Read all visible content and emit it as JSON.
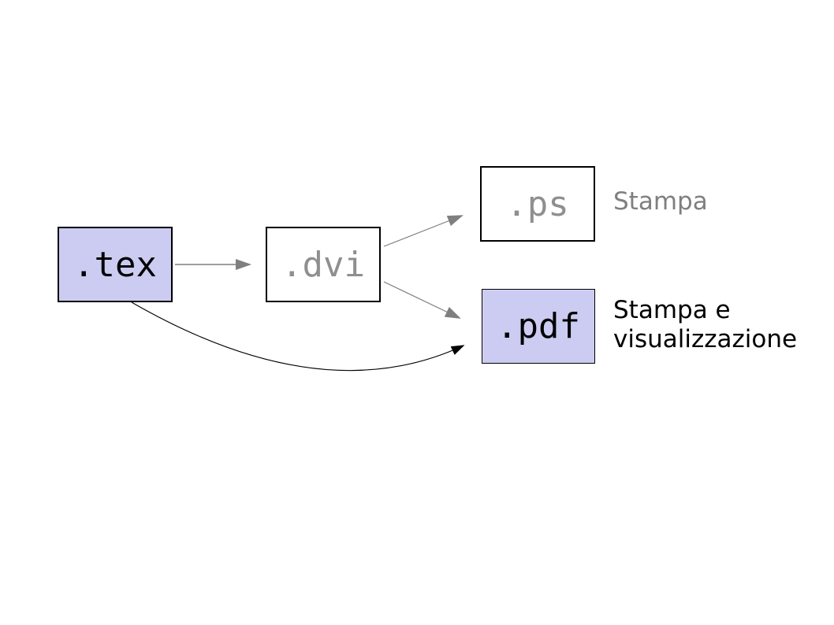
{
  "diagram": {
    "background": "#ffffff",
    "nodes": [
      {
        "id": "tex",
        "label": ".tex",
        "fill": "#ccccf2",
        "border": "#000000",
        "text_color": "#000000"
      },
      {
        "id": "dvi",
        "label": ".dvi",
        "fill": "#ffffff",
        "border": "#000000",
        "text_color": "#8f8f8f"
      },
      {
        "id": "ps",
        "label": ".ps",
        "fill": "#ffffff",
        "border": "#000000",
        "text_color": "#8f8f8f"
      },
      {
        "id": "pdf",
        "label": ".pdf",
        "fill": "#ccccf2",
        "border": "#000000",
        "text_color": "#000000"
      }
    ],
    "annotations": {
      "ps_note": {
        "text": "Stampa",
        "color": "#7f7f7f"
      },
      "pdf_note": {
        "line1": "Stampa e",
        "line2": "visualizzazione",
        "color": "#000000"
      }
    },
    "edges": [
      {
        "name": "tex-to-dvi",
        "style": "straight-arrow",
        "color": "#7f7f7f"
      },
      {
        "name": "dvi-to-ps",
        "style": "straight-arrow",
        "color": "#7f7f7f"
      },
      {
        "name": "dvi-to-pdf",
        "style": "straight-arrow",
        "color": "#7f7f7f"
      },
      {
        "name": "tex-to-pdf",
        "style": "curved-arrow",
        "color": "#000000"
      }
    ],
    "colors": {
      "highlight_fill": "#ccccf2",
      "arrow_gray": "#7f7f7f",
      "arrow_black": "#000000"
    }
  }
}
